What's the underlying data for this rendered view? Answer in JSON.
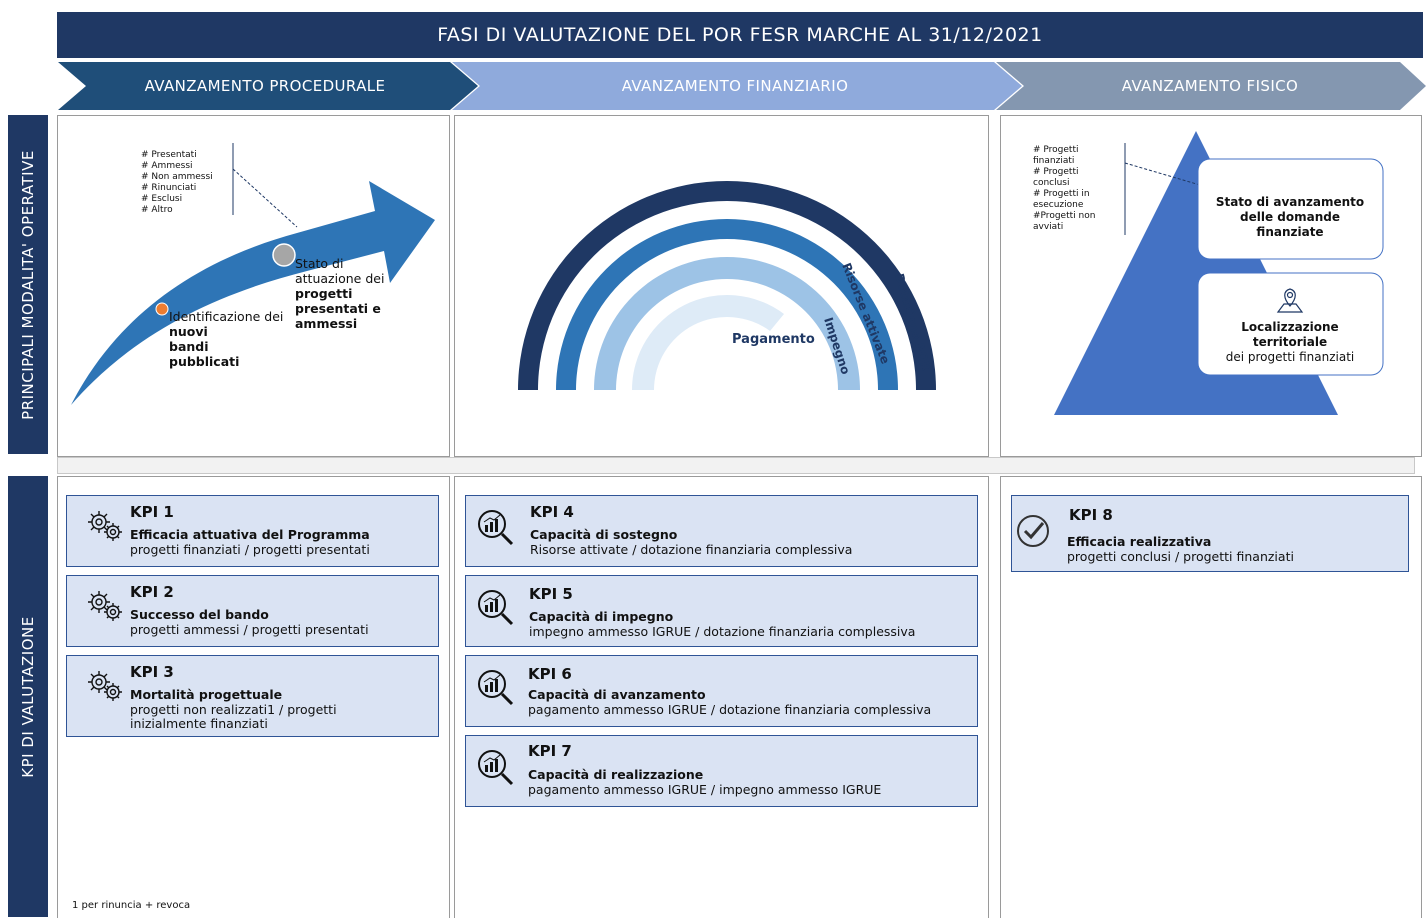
{
  "title": "FASI DI VALUTAZIONE DEL POR FESR MARCHE AL 31/12/2021",
  "side": {
    "top": "PRINCIPALI MODALITA' OPERATIVE",
    "bottom": "KPI DI VALUTAZIONE"
  },
  "phases": [
    {
      "label": "AVANZAMENTO PROCEDURALE",
      "color": "#1f4e79"
    },
    {
      "label": "AVANZAMENTO FINANZIARIO",
      "color": "#8faadc"
    },
    {
      "label": "AVANZAMENTO FISICO",
      "color": "#8497b0"
    }
  ],
  "procedurale": {
    "list": [
      "# Presentati",
      "# Ammessi",
      "# Non ammessi",
      "# Rinunciati",
      "# Esclusi",
      "# Altro"
    ],
    "point1_line1": "Identificazione dei",
    "point1_bold": "nuovi bandi pubblicati",
    "point2_line1": "Stato di",
    "point2_line2": "attuazione dei",
    "point2_bold": "progetti presentati e ammessi"
  },
  "finanziario": {
    "arcs": [
      "Dotazione POR",
      "Risorse attivate",
      "Impegno",
      "Pagamento"
    ]
  },
  "fisico": {
    "list": [
      "# Progetti",
      "finanziati",
      "# Progetti",
      "conclusi",
      "# Progetti in",
      "esecuzione",
      "#Progetti non",
      "avviati"
    ],
    "box1": "Stato di avanzamento delle domande finanziate",
    "box2_bold": "Localizzazione territoriale",
    "box2_rest": "dei progetti finanziati"
  },
  "kpis": [
    {
      "title": "KPI 1",
      "name": "Efficacia attuativa del Programma",
      "formula": "progetti finanziati / progetti presentati",
      "icon": "gears-icon"
    },
    {
      "title": "KPI 2",
      "name": "Successo del bando",
      "formula": "progetti ammessi / progetti presentati",
      "icon": "gears-icon"
    },
    {
      "title": "KPI 3",
      "name": "Mortalità progettuale",
      "formula": "progetti non realizzati1 / progetti inizialmente finanziati",
      "icon": "gears-icon"
    },
    {
      "title": "KPI 4",
      "name": "Capacità di sostegno",
      "formula": "Risorse attivate / dotazione finanziaria complessiva",
      "icon": "magnifier-chart-icon"
    },
    {
      "title": "KPI 5",
      "name": "Capacità di impegno",
      "formula": "impegno ammesso IGRUE / dotazione finanziaria complessiva",
      "icon": "magnifier-chart-icon"
    },
    {
      "title": "KPI 6",
      "name": "Capacità di avanzamento",
      "formula": "pagamento ammesso IGRUE / dotazione finanziaria complessiva",
      "icon": "magnifier-chart-icon"
    },
    {
      "title": "KPI 7",
      "name": "Capacità di realizzazione",
      "formula": "pagamento ammesso IGRUE / impegno ammesso IGRUE",
      "icon": "magnifier-chart-icon"
    },
    {
      "title": "KPI 8",
      "name": "Efficacia realizzativa",
      "formula": "progetti conclusi / progetti finanziati",
      "icon": "checkmark-circle-icon"
    }
  ],
  "footnote": "1 per rinuncia + revoca"
}
